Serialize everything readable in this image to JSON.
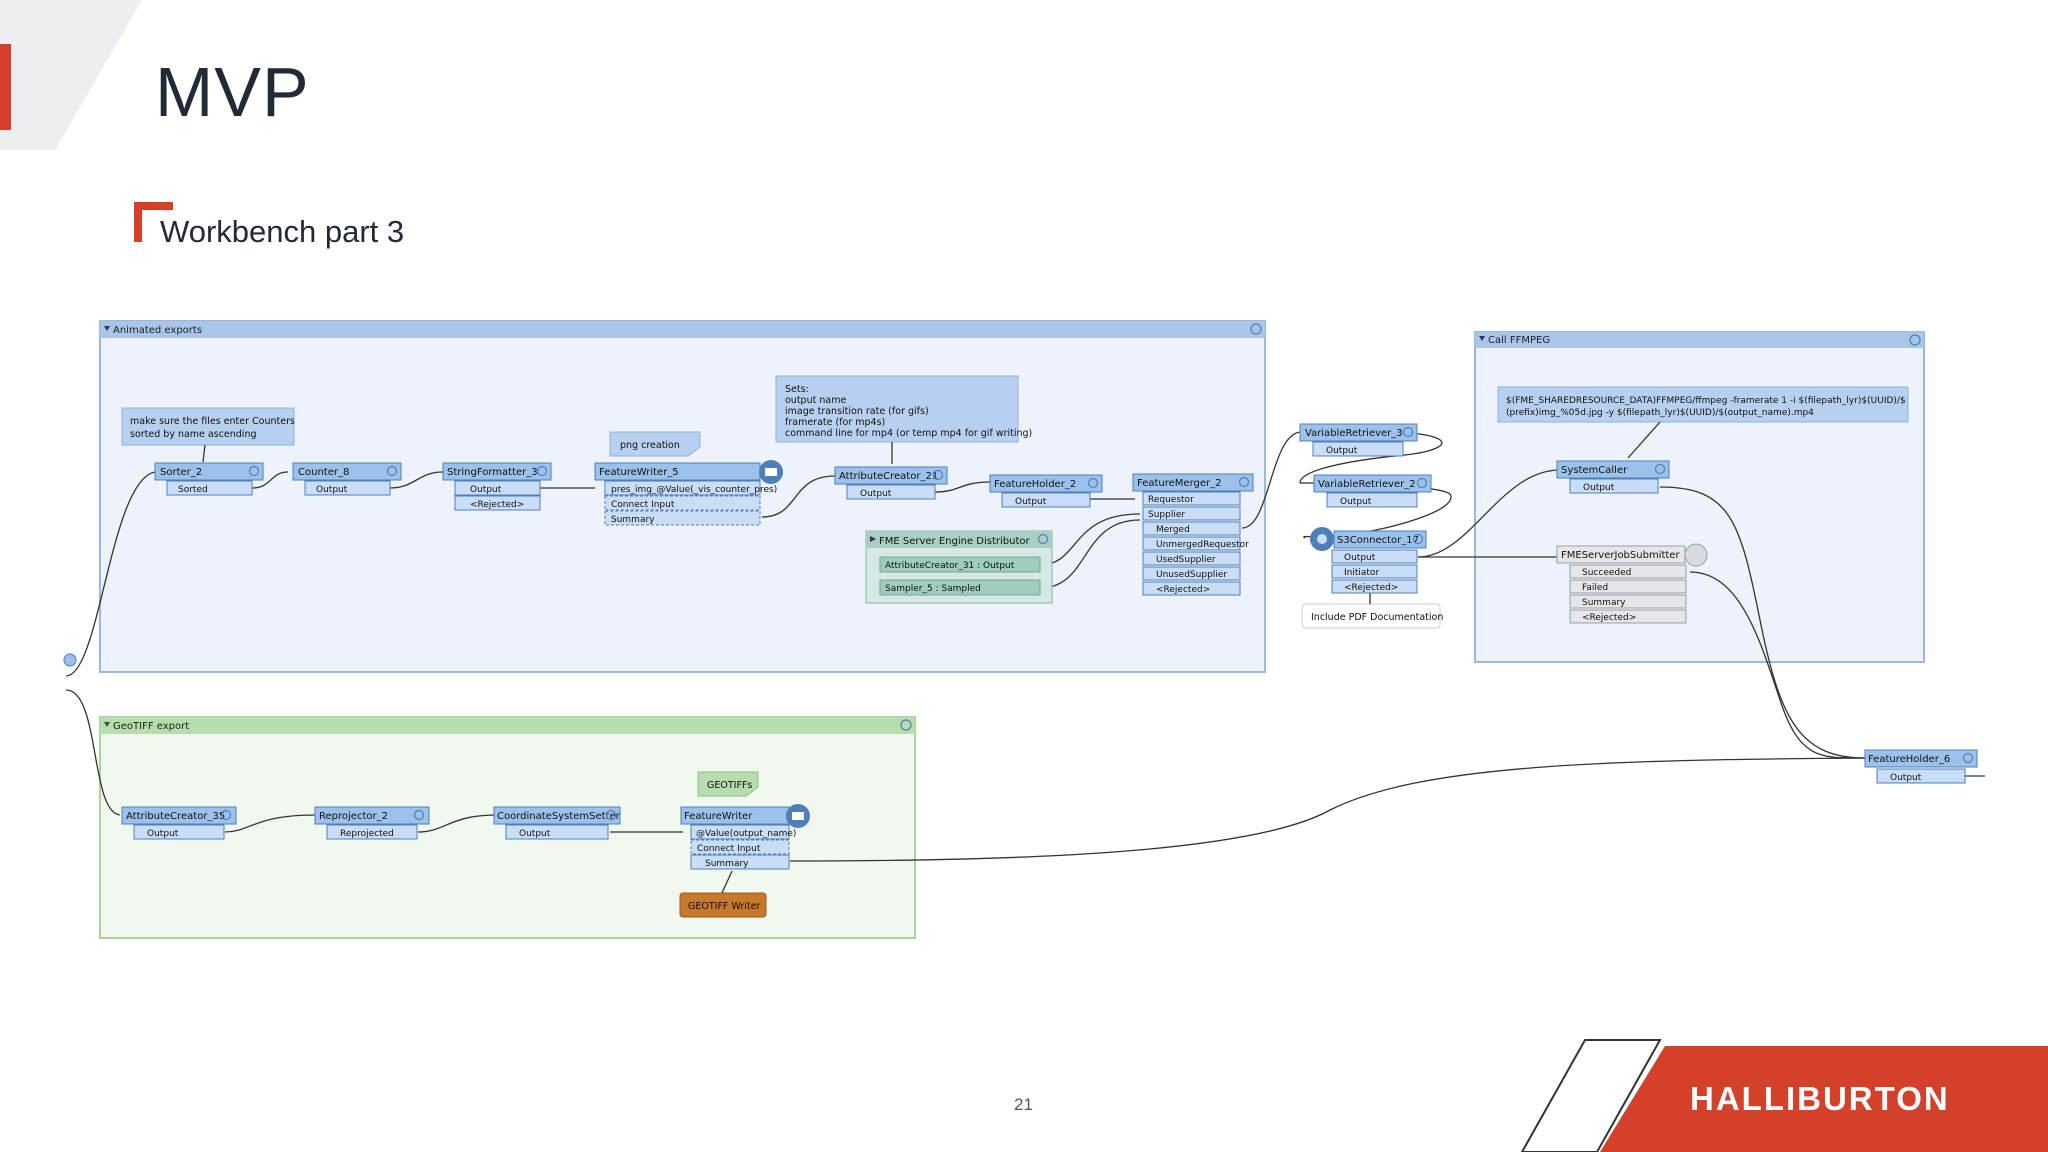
{
  "slide": {
    "title": "MVP",
    "subtitle": "Workbench part 3",
    "page_number": "21",
    "brand": "HALLIBURTON",
    "colors": {
      "accent_red": "#d4412b",
      "bookmark_blue": "#a9c6ea",
      "bookmark_green": "#b7dcae",
      "transformer_blue": "#9cc1ea",
      "port_blue": "#c9ddf6",
      "writer_orange": "#c8782a"
    }
  },
  "bookmarks": {
    "animated": {
      "title": "Animated exports"
    },
    "ffmpeg": {
      "title": "Call FFMPEG"
    },
    "geotiff": {
      "title": "GeoTIFF export"
    }
  },
  "annotations": {
    "counters_note": [
      "make sure the files enter Counters",
      "sorted by name ascending"
    ],
    "png_note": "png creation",
    "sets_note": [
      "Sets:",
      "output name",
      "image transition rate (for gifs)",
      "framerate (for mp4s)",
      "command line for mp4 (or temp mp4 for gif writing)"
    ],
    "geotiffs_note": "GEOTIFFs",
    "pdf_note": "Include PDF Documentation",
    "ffmpeg_cmd": [
      "$(FME_SHAREDRESOURCE_DATA)FFMPEG/ffmpeg -framerate 1 -i $(filepath_lyr)$(UUID)/$",
      "(prefix)img_%05d.jpg -y $(filepath_lyr)$(UUID)/$(output_name).mp4"
    ]
  },
  "transformers": {
    "sorter": {
      "name": "Sorter_2",
      "ports": [
        "Sorted"
      ]
    },
    "counter": {
      "name": "Counter_8",
      "ports": [
        "Output"
      ]
    },
    "stringformatter": {
      "name": "StringFormatter_3",
      "ports": [
        "Output",
        "<Rejected>"
      ]
    },
    "featurewriter5": {
      "name": "FeatureWriter_5",
      "ports": [
        "pres_img_@Value(_vis_counter_pres)",
        "Connect Input",
        "Summary"
      ]
    },
    "attributecreator21": {
      "name": "AttributeCreator_21",
      "ports": [
        "Output"
      ]
    },
    "featureholder2": {
      "name": "FeatureHolder_2",
      "ports": [
        "Output"
      ]
    },
    "distributor": {
      "name": "FME Server Engine Distributor",
      "ports": [
        "AttributeCreator_31 : Output",
        "Sampler_5 : Sampled"
      ]
    },
    "featuremerger": {
      "name": "FeatureMerger_2",
      "ports": [
        "Requestor",
        "Supplier",
        "Merged",
        "UnmergedRequestor",
        "UsedSupplier",
        "UnusedSupplier",
        "<Rejected>"
      ]
    },
    "varretriever3": {
      "name": "VariableRetriever_3",
      "ports": [
        "Output"
      ]
    },
    "varretriever2": {
      "name": "VariableRetriever_2",
      "ports": [
        "Output"
      ]
    },
    "s3connector": {
      "name": "S3Connector_17",
      "ports": [
        "Output",
        "Initiator",
        "<Rejected>"
      ]
    },
    "systemcaller": {
      "name": "SystemCaller",
      "ports": [
        "Output"
      ]
    },
    "jobsubmitter": {
      "name": "FMEServerJobSubmitter",
      "ports": [
        "Succeeded",
        "Failed",
        "Summary",
        "<Rejected>"
      ]
    },
    "featureholder6": {
      "name": "FeatureHolder_6",
      "ports": [
        "Output"
      ]
    },
    "attributecreator35": {
      "name": "AttributeCreator_35",
      "ports": [
        "Output"
      ]
    },
    "reprojector": {
      "name": "Reprojector_2",
      "ports": [
        "Reprojected"
      ]
    },
    "coordsetter": {
      "name": "CoordinateSystemSetter",
      "ports": [
        "Output"
      ]
    },
    "featurewriter": {
      "name": "FeatureWriter",
      "ports": [
        "@Value(output_name)",
        "Connect Input",
        "Summary"
      ]
    },
    "geotiffwriter": {
      "name": "GEOTIFF Writer"
    }
  }
}
